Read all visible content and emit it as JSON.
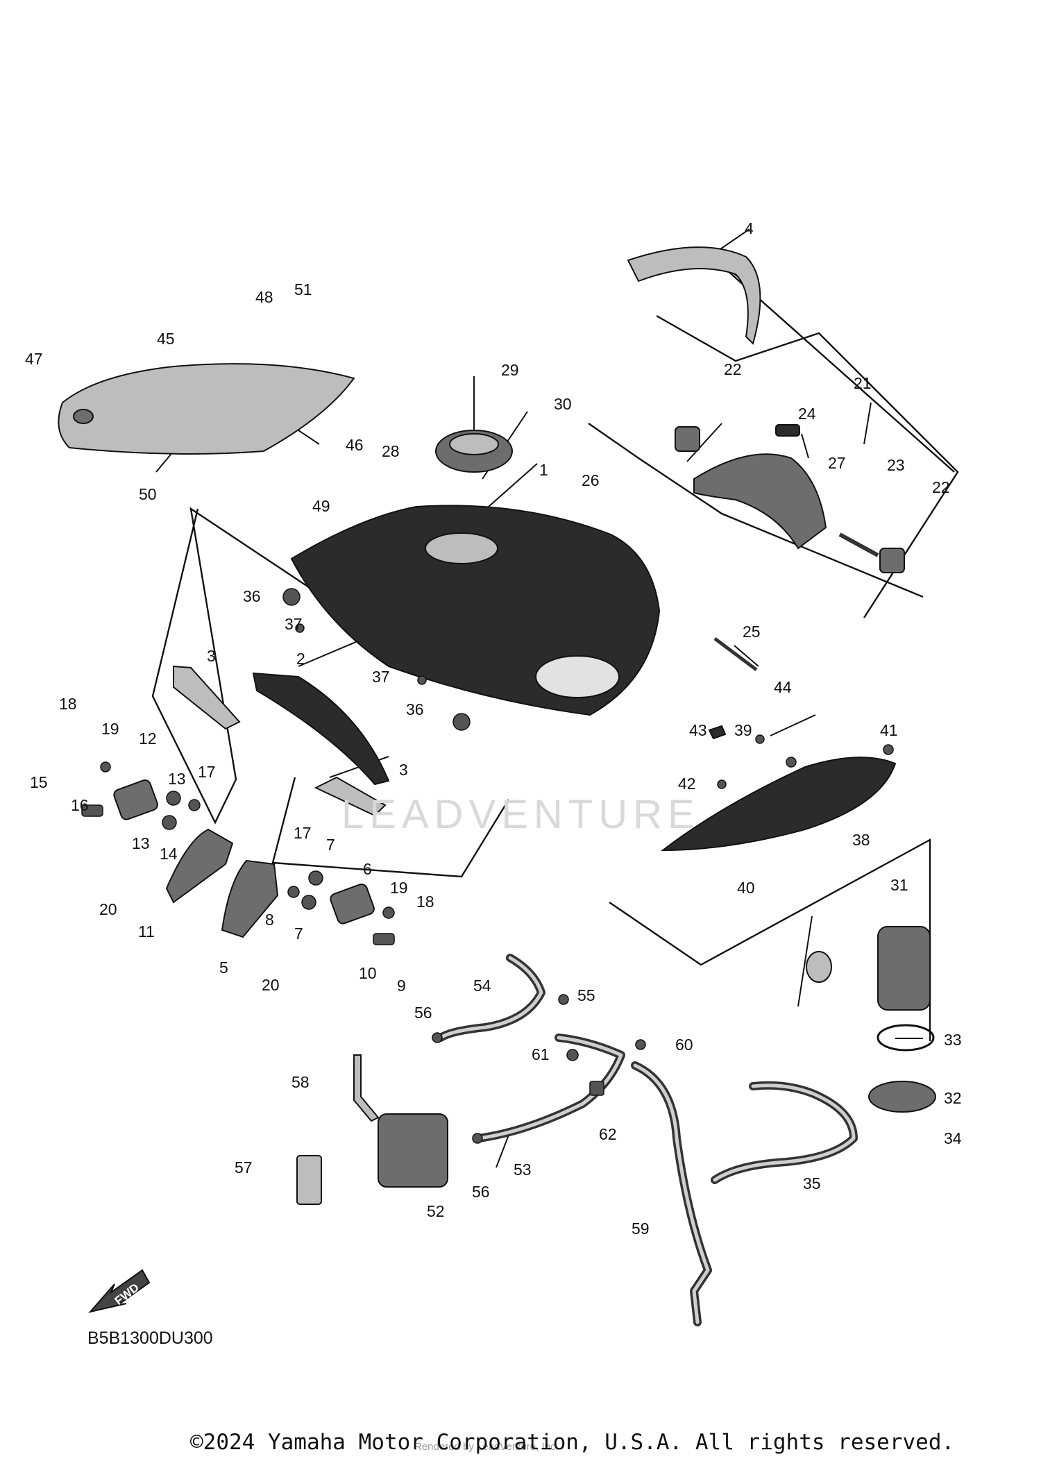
{
  "diagram_code": "B5B1300DU300",
  "fwd_label": "FWD",
  "watermark": "LEADVENTURE",
  "rendered_by": "Rendered by LeadVenture, Inc.",
  "copyright": "©2024 Yamaha Motor Corporation, U.S.A. All rights reserved.",
  "callouts": [
    {
      "label": "1"
    },
    {
      "label": "2"
    },
    {
      "label": "3"
    },
    {
      "label": "3"
    },
    {
      "label": "4"
    },
    {
      "label": "5"
    },
    {
      "label": "6"
    },
    {
      "label": "7"
    },
    {
      "label": "7"
    },
    {
      "label": "8"
    },
    {
      "label": "9"
    },
    {
      "label": "10"
    },
    {
      "label": "11"
    },
    {
      "label": "12"
    },
    {
      "label": "13"
    },
    {
      "label": "13"
    },
    {
      "label": "14"
    },
    {
      "label": "15"
    },
    {
      "label": "16"
    },
    {
      "label": "17"
    },
    {
      "label": "17"
    },
    {
      "label": "18"
    },
    {
      "label": "18"
    },
    {
      "label": "19"
    },
    {
      "label": "19"
    },
    {
      "label": "20"
    },
    {
      "label": "20"
    },
    {
      "label": "21"
    },
    {
      "label": "22"
    },
    {
      "label": "22"
    },
    {
      "label": "23"
    },
    {
      "label": "24"
    },
    {
      "label": "25"
    },
    {
      "label": "26"
    },
    {
      "label": "27"
    },
    {
      "label": "28"
    },
    {
      "label": "29"
    },
    {
      "label": "30"
    },
    {
      "label": "31"
    },
    {
      "label": "32"
    },
    {
      "label": "33"
    },
    {
      "label": "34"
    },
    {
      "label": "35"
    },
    {
      "label": "36"
    },
    {
      "label": "36"
    },
    {
      "label": "37"
    },
    {
      "label": "37"
    },
    {
      "label": "38"
    },
    {
      "label": "39"
    },
    {
      "label": "40"
    },
    {
      "label": "41"
    },
    {
      "label": "42"
    },
    {
      "label": "43"
    },
    {
      "label": "44"
    },
    {
      "label": "45"
    },
    {
      "label": "46"
    },
    {
      "label": "47"
    },
    {
      "label": "48"
    },
    {
      "label": "49"
    },
    {
      "label": "50"
    },
    {
      "label": "51"
    },
    {
      "label": "52"
    },
    {
      "label": "53"
    },
    {
      "label": "54"
    },
    {
      "label": "55"
    },
    {
      "label": "56"
    },
    {
      "label": "56"
    },
    {
      "label": "57"
    },
    {
      "label": "58"
    },
    {
      "label": "59"
    },
    {
      "label": "60"
    },
    {
      "label": "61"
    },
    {
      "label": "62"
    }
  ]
}
